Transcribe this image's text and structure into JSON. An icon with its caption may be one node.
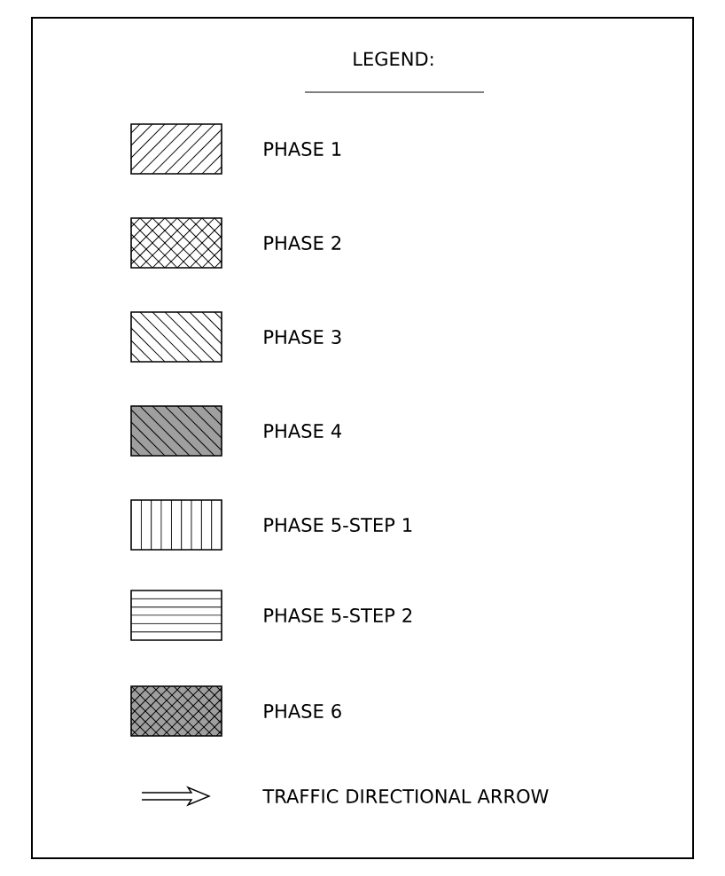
{
  "diagram": {
    "title": "LEGEND:",
    "legend": [
      {
        "text": "PHASE 1"
      },
      {
        "text": "PHASE 2"
      },
      {
        "text": "PHASE 3"
      },
      {
        "text": "PHASE 4"
      },
      {
        "text": "PHASE 5-STEP 1"
      },
      {
        "text": "PHASE 5-STEP 2"
      },
      {
        "text": "PHASE 6"
      },
      {
        "text": "TRAFFIC DIRECTIONAL ARROW"
      }
    ]
  }
}
